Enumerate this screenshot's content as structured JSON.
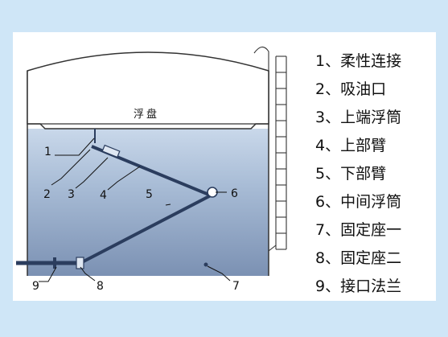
{
  "diagram": {
    "tank_label": "浮盘",
    "callouts": [
      "1",
      "2",
      "3",
      "4",
      "5",
      "6",
      "7",
      "8",
      "9"
    ]
  },
  "legend": [
    "1、柔性连接",
    "2、吸油口",
    "3、上端浮筒",
    "4、上部臂",
    "5、下部臂",
    "6、中间浮筒",
    "7、固定座一",
    "8、固定座二",
    "9、接口法兰"
  ],
  "colors": {
    "background": "#cfe6f7",
    "liquid_top": "#b4c8df",
    "liquid_bottom": "#7d94b5",
    "pipe": "#2b3d5e"
  }
}
